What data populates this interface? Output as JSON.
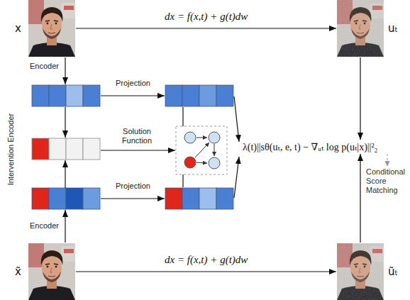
{
  "diagram": {
    "nodes": [
      {
        "text": [
          "x"
        ]
      },
      {
        "text": [
          "uₜ"
        ]
      },
      {
        "text": [
          "λ(t)||sθ(uₜ, e, t) − ∇ᵤₜ log p(uₜ|x)||²₂"
        ]
      },
      {
        "text": [
          "Conditional Score Matching"
        ]
      },
      {
        "text": [
          "x̃"
        ]
      },
      {
        "text": [
          "ũₜ"
        ]
      }
    ],
    "edges": [
      {
        "from": 0,
        "to": 1,
        "arrow": "to",
        "label": "dx = f(x,t) + g(t)dw"
      },
      {
        "from": 4,
        "to": 5,
        "arrow": "to",
        "label": "dx = f(x,t) + g(t)dw"
      },
      {
        "from": 1,
        "to": 2,
        "arrow": "to"
      },
      {
        "from": 5,
        "to": 2,
        "arrow": "to"
      },
      {
        "from": 2,
        "to": 3,
        "arrow": "to"
      }
    ],
    "labels": [
      "Encoder",
      "Projection",
      "Intervention Encoder",
      "Solution Function",
      "Projection",
      "Encoder"
    ]
  }
}
